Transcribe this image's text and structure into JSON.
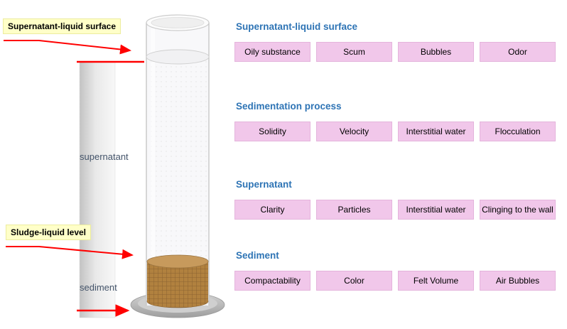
{
  "diagram": {
    "callouts": {
      "surface_label": "Supernatant-liquid surface",
      "sludge_label": "Sludge-liquid level"
    },
    "bar_labels": {
      "upper": "supernatant",
      "lower": "sediment"
    },
    "colors": {
      "heading_blue": "#2E74B5",
      "box_pink": "#F1C7EA",
      "callout_yellow": "#FFFFC8",
      "pointer_red": "#FF0000",
      "sediment_brown": "#B1813F"
    }
  },
  "sections": [
    {
      "title": "Supernatant-liquid surface",
      "items": [
        "Oily substance",
        "Scum",
        "Bubbles",
        "Odor"
      ]
    },
    {
      "title": "Sedimentation process",
      "items": [
        "Solidity",
        "Velocity",
        "Interstitial water",
        "Flocculation"
      ]
    },
    {
      "title": "Supernatant",
      "items": [
        "Clarity",
        "Particles",
        "Interstitial water",
        "Clinging to the wall"
      ]
    },
    {
      "title": "Sediment",
      "items": [
        "Compactability",
        "Color",
        "Felt Volume",
        "Air Bubbles"
      ]
    }
  ]
}
